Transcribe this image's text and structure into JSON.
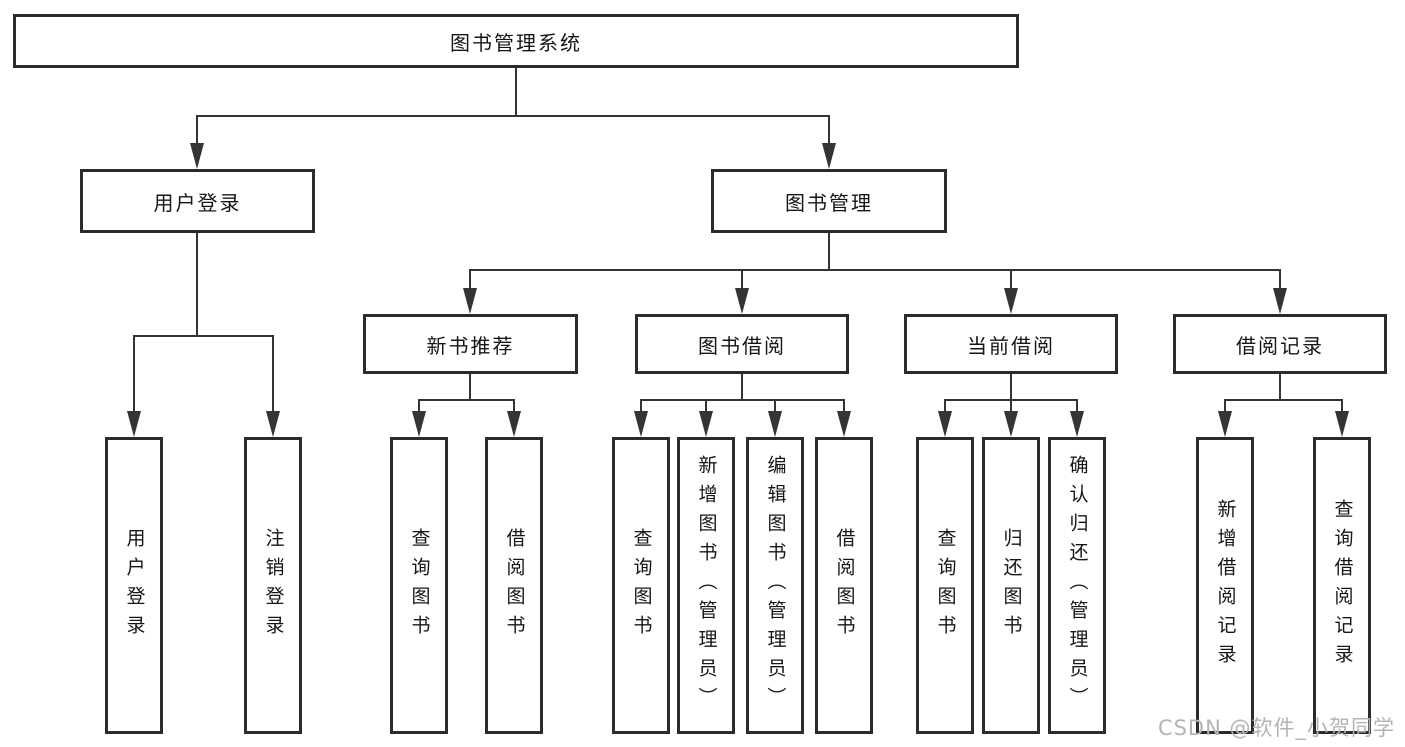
{
  "tree": {
    "label": "图书管理系统",
    "children": [
      {
        "label": "用户登录",
        "children": [
          {
            "label": "用户登录"
          },
          {
            "label": "注销登录"
          }
        ]
      },
      {
        "label": "图书管理",
        "children": [
          {
            "label": "新书推荐",
            "children": [
              {
                "label": "查询图书"
              },
              {
                "label": "借阅图书"
              }
            ]
          },
          {
            "label": "图书借阅",
            "children": [
              {
                "label": "查询图书"
              },
              {
                "label": "新增图书（管理员）"
              },
              {
                "label": "编辑图书（管理员）"
              },
              {
                "label": "借阅图书"
              }
            ]
          },
          {
            "label": "当前借阅",
            "children": [
              {
                "label": "查询图书"
              },
              {
                "label": "归还图书"
              },
              {
                "label": "确认归还（管理员）"
              }
            ]
          },
          {
            "label": "借阅记录",
            "children": [
              {
                "label": "新增借阅记录"
              },
              {
                "label": "查询借阅记录"
              }
            ]
          }
        ]
      }
    ]
  },
  "watermark": {
    "text": "CSDN @软件_小贺同学"
  },
  "colors": {
    "background": "#ffffff",
    "box_border": "#2b2b2b",
    "line": "#343434",
    "text": "#161616",
    "watermark": "#b4b4b4"
  }
}
